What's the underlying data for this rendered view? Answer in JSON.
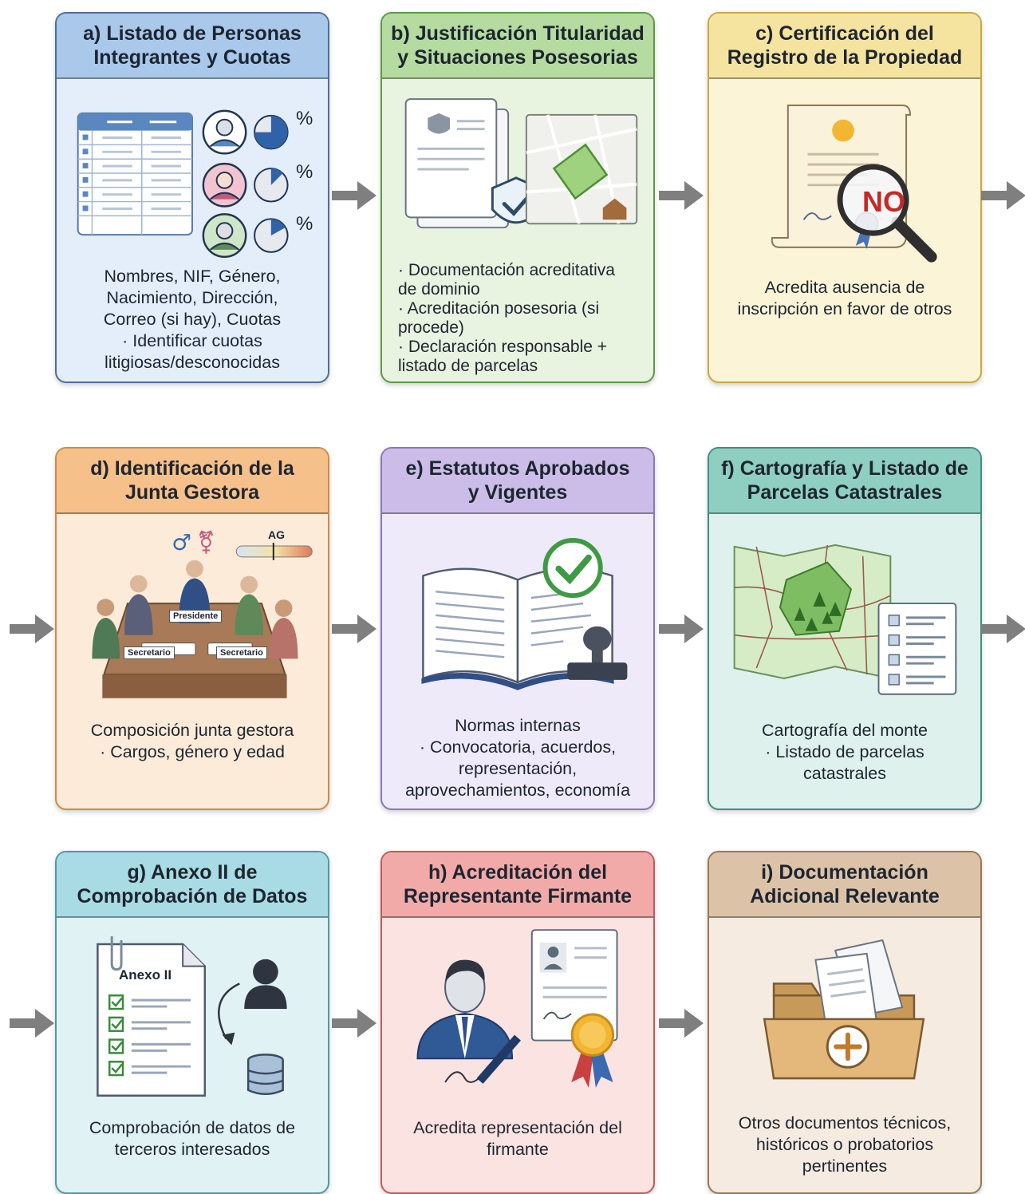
{
  "cards": [
    {
      "title": "a) Listado de Personas Integrantes y Cuotas",
      "title_lines": [
        "a) Listado de Personas",
        "Integrantes y Cuotas"
      ],
      "desc": [
        "Nombres, NIF, Género,",
        "Nacimiento, Dirección,",
        "Correo (si hay), Cuotas",
        "· Identificar cuotas",
        "litigiosas/desconocidas"
      ],
      "percent_label": "%",
      "colors": {
        "head": "#a9c8ea",
        "body": "#e3eefa",
        "border": "#4d6f9a"
      }
    },
    {
      "title": "b) Justificación Titularidad y Situaciones Posesorias",
      "title_lines": [
        "b) Justificación Titularidad",
        "y Situaciones Posesorias"
      ],
      "desc": [
        "· Documentación acreditativa",
        "de dominio",
        "· Acreditación posesoria (si",
        "procede)",
        "· Declaración responsable +",
        "listado de parcelas"
      ],
      "colors": {
        "head": "#b5dba0",
        "body": "#e8f4e0",
        "border": "#5c9a45"
      }
    },
    {
      "title": "c) Certificación del Registro de la Propiedad",
      "title_lines": [
        "c) Certificación del",
        "Registro de la Propiedad"
      ],
      "desc": [
        "Acredita ausencia de",
        "inscripción en favor de otros"
      ],
      "stamp_text": "NO",
      "colors": {
        "head": "#f5e4a0",
        "body": "#fbf4d6",
        "border": "#c9a940"
      }
    },
    {
      "title": "d) Identificación de la Junta Gestora",
      "title_lines": [
        "d) Identificación de la",
        "Junta Gestora"
      ],
      "desc": [
        "Composición junta gestora",
        "· Cargos, género y edad"
      ],
      "age_label": "AG",
      "name_tags": [
        "Presidente",
        "Secretario",
        "Secretario"
      ],
      "colors": {
        "head": "#f6c08a",
        "body": "#fcebd9",
        "border": "#d08a45"
      }
    },
    {
      "title": "e) Estatutos Aprobados y Vigentes",
      "title_lines": [
        "e) Estatutos Aprobados",
        "y Vigentes"
      ],
      "desc": [
        "Normas internas",
        "· Convocatoria, acuerdos,",
        "representación,",
        "aprovechamientos, economía"
      ],
      "colors": {
        "head": "#cbbde8",
        "body": "#efeaf9",
        "border": "#8a76bd"
      }
    },
    {
      "title": "f) Cartografía y Listado de Parcelas Catastrales",
      "title_lines": [
        "f) Cartografía y Listado de",
        "Parcelas Catastrales"
      ],
      "desc": [
        "Cartografía del monte",
        "· Listado de parcelas",
        "catastrales"
      ],
      "colors": {
        "head": "#8fcfc2",
        "body": "#dff1ec",
        "border": "#3e8f80"
      }
    },
    {
      "title": "g) Anexo II de Comprobación de Datos",
      "title_lines": [
        "g) Anexo II de",
        "Comprobación de Datos"
      ],
      "desc": [
        "Comprobación de datos de",
        "terceros interesados"
      ],
      "doc_label": "Anexo II",
      "colors": {
        "head": "#a8dbe3",
        "body": "#e1f2f5",
        "border": "#4d9aa6"
      }
    },
    {
      "title": "h) Acreditación del Representante Firmante",
      "title_lines": [
        "h) Acreditación del",
        "Representante Firmante"
      ],
      "desc": [
        "Acredita representación del",
        "firmante"
      ],
      "colors": {
        "head": "#f2aaa8",
        "body": "#fbe3e2",
        "border": "#c25a58"
      }
    },
    {
      "title": "i) Documentación Adicional Relevante",
      "title_lines": [
        "i) Documentación",
        "Adicional Relevante"
      ],
      "desc": [
        "Otros documentos técnicos,",
        "históricos o probatorios",
        "pertinentes"
      ],
      "colors": {
        "head": "#dcc3a8",
        "body": "#f5ebe0",
        "border": "#9a7652"
      }
    }
  ]
}
